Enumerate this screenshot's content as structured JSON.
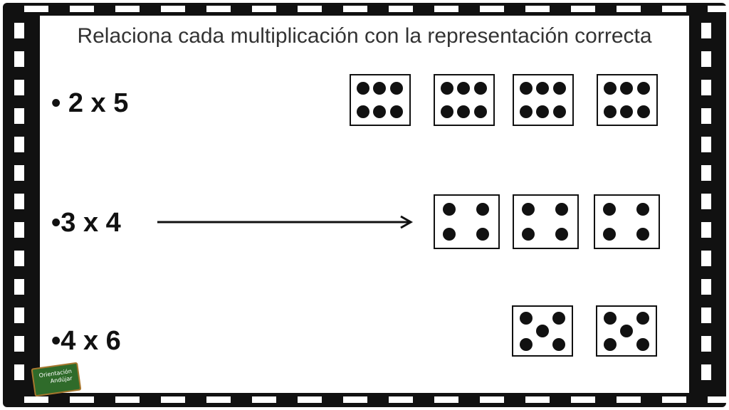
{
  "title": "Relaciona cada multiplicación con la representación correcta",
  "items": [
    {
      "label": "• 2 x 5"
    },
    {
      "label": "•3 x 4"
    },
    {
      "label": "•4 x 6"
    }
  ],
  "dice_groups": [
    {
      "row": 1,
      "face": 6,
      "count": 4
    },
    {
      "row": 2,
      "face": 4,
      "count": 3
    },
    {
      "row": 3,
      "face": 5,
      "count": 2
    }
  ],
  "logo": {
    "line1": "Orientación",
    "line2": "Andújar"
  },
  "colors": {
    "ink": "#111111",
    "title": "#333333",
    "logo_green": "#2f6b2a"
  }
}
